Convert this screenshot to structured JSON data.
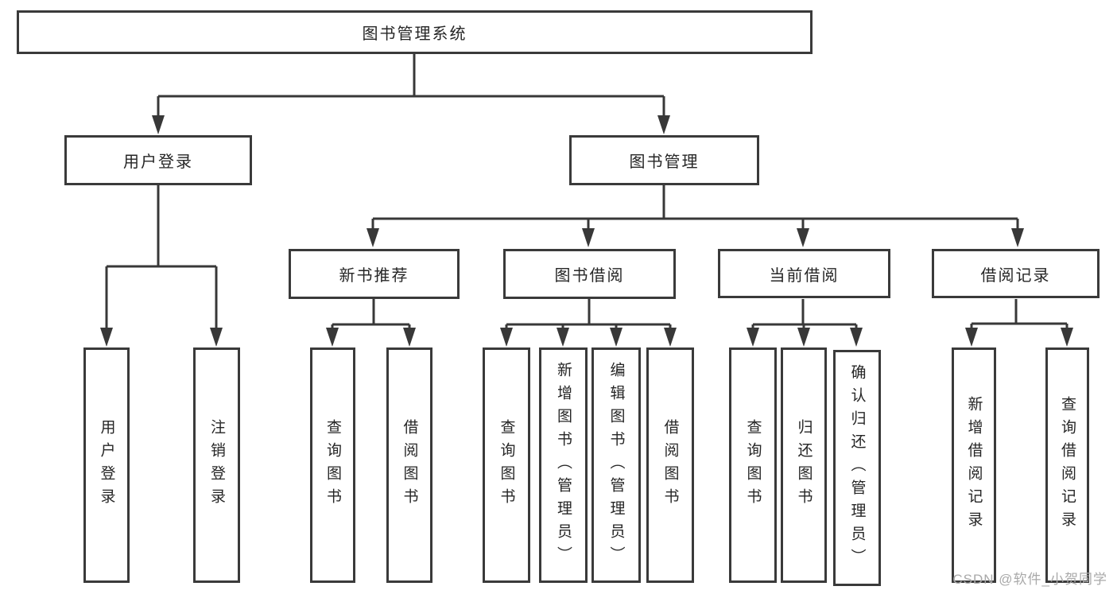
{
  "diagram": {
    "title_node": {
      "label": "图书管理系统"
    },
    "level2": {
      "user_login": {
        "label": "用户登录"
      },
      "book_mgmt": {
        "label": "图书管理"
      }
    },
    "level3": {
      "new_book_rec": {
        "label": "新书推荐"
      },
      "book_borrow": {
        "label": "图书借阅"
      },
      "current_borrow": {
        "label": "当前借阅"
      },
      "borrow_records": {
        "label": "借阅记录"
      }
    },
    "leaves": {
      "user_login": "用户登录",
      "logout": "注销登录",
      "query_book_nb": "查询图书",
      "borrow_book_nb": "借阅图书",
      "query_book_bb": "查询图书",
      "add_book": "新增图书（管理员）",
      "edit_book": "编辑图书（管理员）",
      "borrow_book_bb": "借阅图书",
      "query_book_cb": "查询图书",
      "return_book": "归还图书",
      "confirm_return": "确认归还（管理员）",
      "add_borrow_record": "新增借阅记录",
      "query_borrow_record": "查询借阅记录"
    }
  },
  "line_color": "#383838",
  "watermark": "CSDN @软件_小贺同学"
}
